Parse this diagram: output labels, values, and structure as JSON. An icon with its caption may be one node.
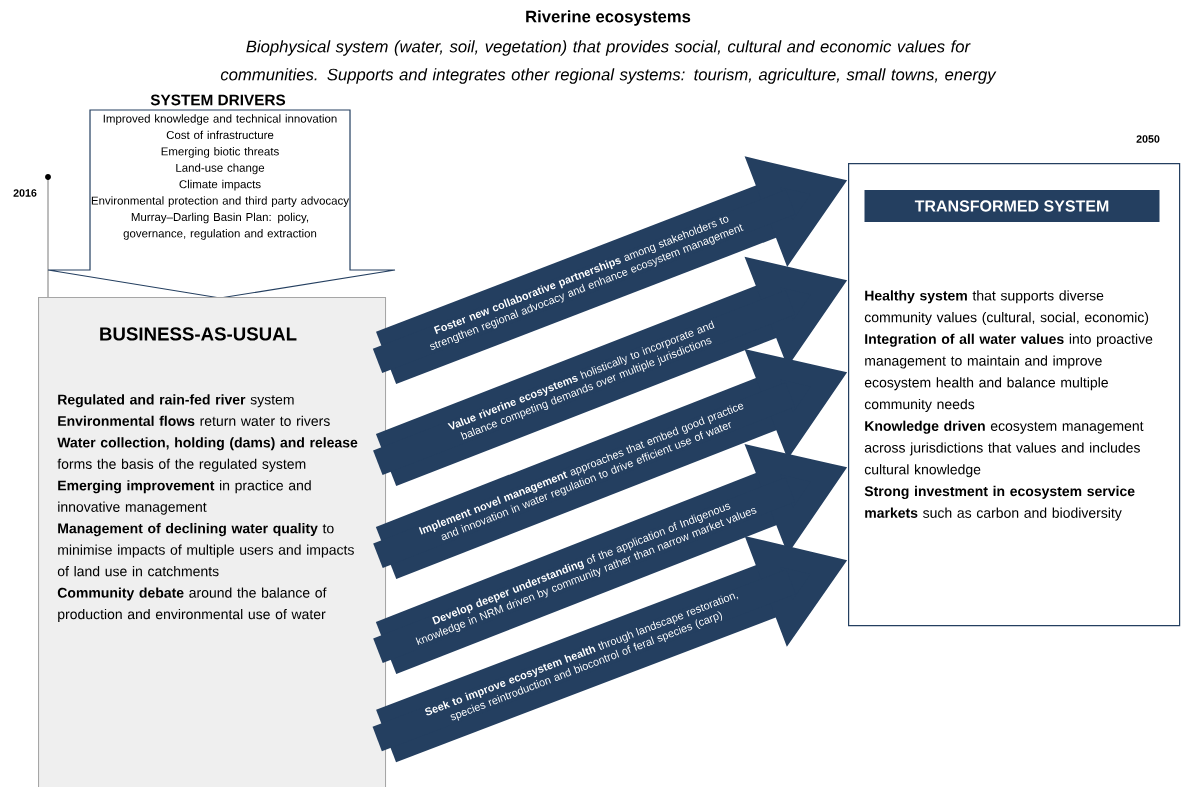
{
  "diagram": {
    "title": "Riverine ecosystems",
    "caption": "Biophysical system (water, soil, vegetation) that provides social, cultural and economic values for communities. Supports and integrates other regional systems: tourism, agriculture, small towns, energy",
    "nodes": [
      {
        "text": [
          "SYSTEM DRIVERS",
          "Improved knowledge and technical innovation",
          "Cost of infrastructure",
          "Emerging biotic threats",
          "Land-use change",
          "Climate impacts",
          "Environmental protection and third party advocacy",
          "Murray–Darling Basin Plan: policy, governance, regulation and extraction"
        ]
      },
      {
        "text": [
          "BUSINESS-AS-USUAL",
          "**Regulated and rain-fed river** system",
          "**Environmental flows** return water to rivers",
          "**Water collection, holding (dams) and release** forms the basis of the regulated system",
          "**Emerging improvement** in practice and innovative management",
          "**Management of declining water quality** to minimise impacts of multiple users and impacts of land use in catchments",
          "**Community debate** around the balance of production and environmental use of water"
        ]
      },
      {
        "text": [
          "**Healthy system** that supports diverse community values (cultural, social, economic)",
          "**Integration of all water values** into proactive management to maintain and improve ecosystem health and balance multiple community needs",
          "**Knowledge driven** ecosystem management across jurisdictions that values and includes cultural knowledge",
          "**Strong investment in ecosystem service markets** such as carbon and biodiversity"
        ]
      },
      {
        "text": [
          "TRANSFORMED SYSTEM"
        ],
        "in": 2
      }
    ],
    "edges": [
      {
        "from": 1,
        "to": 2,
        "arrow": "to",
        "label": "**Foster new collaborative partnerships** among stakeholders to strengthen regional advocacy and enhance ecosystem management"
      },
      {
        "from": 1,
        "to": 2,
        "arrow": "to",
        "label": "**Value riverine ecosystems** holistically to incorporate and balance competing demands over multiple jurisdictions"
      },
      {
        "from": 1,
        "to": 2,
        "arrow": "to",
        "label": "**Implement novel management** approaches that embed good practice and innovation in water regulation to drive efficient use of water"
      },
      {
        "from": 1,
        "to": 2,
        "arrow": "to",
        "label": "**Develop deeper understanding** of the application of Indigenous knowledge in NRM driven by community rather than narrow market values"
      },
      {
        "from": 1,
        "to": 2,
        "arrow": "to",
        "label": "**Seek to improve ecosystem health** through landscape restoration, species reintroduction and biocontrol of feral species (carp)"
      }
    ],
    "labels": [
      "2016",
      "2050"
    ]
  }
}
